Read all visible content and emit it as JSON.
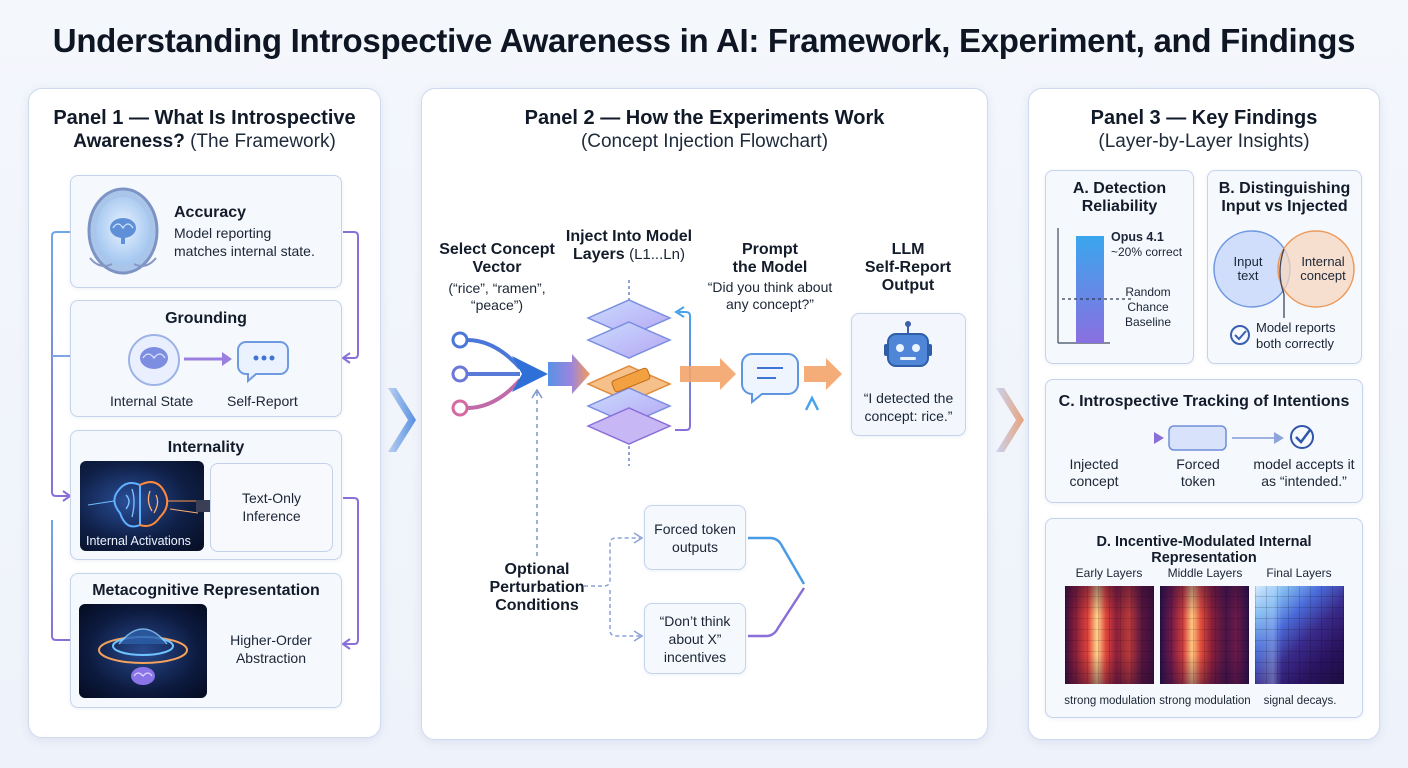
{
  "title": "Understanding Introspective Awareness in AI: Framework, Experiment, and Findings",
  "panel1": {
    "heading": "Panel 1 — What Is Introspective",
    "heading_line2": "Awareness?",
    "heading_suffix": "(The Framework)",
    "accuracy": {
      "title": "Accuracy",
      "line1": "Model reporting",
      "line2": "matches internal state."
    },
    "grounding": {
      "title": "Grounding",
      "left_label": "Internal State",
      "right_label": "Self-Report"
    },
    "internality": {
      "title": "Internality",
      "image_label": "Internal Activations",
      "box_line1": "Text-Only",
      "box_line2": "Inference"
    },
    "metacognitive": {
      "title": "Metacognitive Representation",
      "line1": "Higher-Order",
      "line2": "Abstraction"
    }
  },
  "panel2": {
    "heading": "Panel 2 — How the Experiments Work",
    "subheading": "(Concept Injection Flowchart)",
    "step1": {
      "line1": "Select Concept",
      "line2": "Vector",
      "line3": "(“rice”, “ramen”,",
      "line4": "“peace”)"
    },
    "step2": {
      "line1": "Inject Into Model",
      "line2": "Layers",
      "line2b": "(L1...Ln)"
    },
    "step3": {
      "line1": "Prompt",
      "line2": "the Model",
      "line3": "“Did you think about",
      "line4": "any concept?”"
    },
    "step4": {
      "line1": "LLM",
      "line2": "Self-Report",
      "line3": "Output",
      "quote1": "“I detected the",
      "quote2": "concept: rice.”"
    },
    "perturb": {
      "line1": "Optional",
      "line2": "Perturbation",
      "line3": "Conditions"
    },
    "forced": {
      "line1": "Forced token",
      "line2": "outputs"
    },
    "dont": {
      "line1": "“Don’t think",
      "line2": "about X”",
      "line3": "incentives"
    }
  },
  "panel3": {
    "heading": "Panel 3 — Key Findings",
    "subheading": "(Layer-by-Layer Insights)",
    "a": {
      "title1": "A. Detection",
      "title2": "Reliability",
      "model": "Opus 4.1",
      "rate": "~20% correct",
      "base1": "Random",
      "base2": "Chance",
      "base3": "Baseline"
    },
    "b": {
      "title1": "B. Distinguishing",
      "title2": "Input vs Injected",
      "left1": "Input",
      "left2": "text",
      "right1": "Internal",
      "right2": "concept",
      "note1": "Model reports",
      "note2": "both correctly"
    },
    "c": {
      "title": "C. Introspective Tracking of Intentions",
      "l1": "Injected",
      "l2": "concept",
      "m1": "Forced",
      "m2": "token",
      "r1": "model accepts it",
      "r2": "as “intended.”"
    },
    "d": {
      "title": "D. Incentive-Modulated Internal Representation",
      "early": "Early Layers",
      "middle": "Middle Layers",
      "final": "Final Layers",
      "cap1": "strong modulation",
      "cap2": "strong modulation",
      "cap3": "signal decays."
    }
  },
  "colors": {
    "accent_blue": "#3a8fe0",
    "accent_purple": "#8a6fd8",
    "accent_orange": "#f08a3c"
  }
}
